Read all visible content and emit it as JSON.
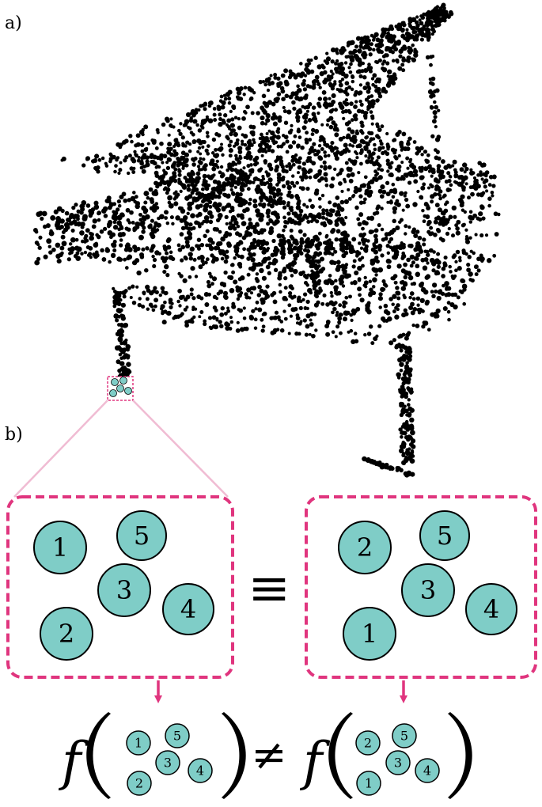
{
  "panels": {
    "a_label": "a)",
    "b_label": "b)"
  },
  "colors": {
    "node_fill": "#7fcdc7",
    "accent": "#e0357e",
    "accent_light": "#f0bcd3",
    "points": "#000000"
  },
  "left_set": {
    "nodes": [
      "1",
      "5",
      "3",
      "2",
      "4"
    ]
  },
  "right_set": {
    "nodes": [
      "2",
      "5",
      "3",
      "1",
      "4"
    ]
  },
  "equivalence_symbol": "≡",
  "function": {
    "name": "f",
    "relation": "≠"
  },
  "left_small": {
    "nodes": [
      "1",
      "5",
      "3",
      "2",
      "4"
    ]
  },
  "right_small": {
    "nodes": [
      "2",
      "5",
      "3",
      "1",
      "4"
    ]
  }
}
